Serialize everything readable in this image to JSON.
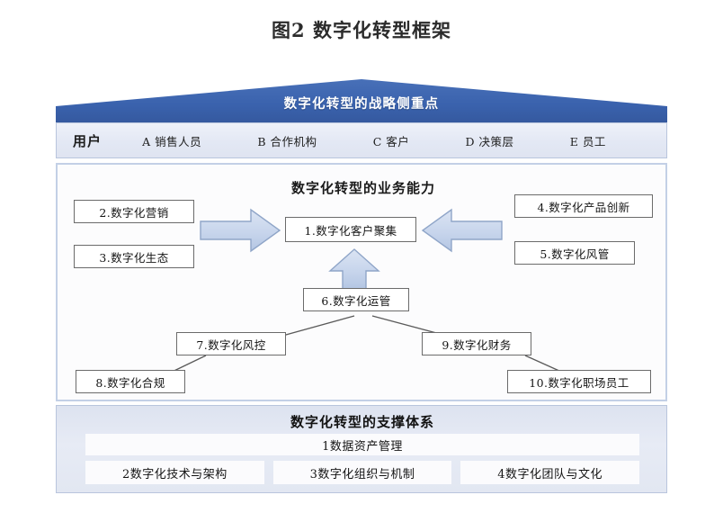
{
  "figure": {
    "title": "图2 数字化转型框架"
  },
  "roof": {
    "label": "数字化转型的战略侧重点",
    "color": "#3a62ad"
  },
  "user_bar": {
    "title": "用户",
    "items": [
      "A 销售人员",
      "B 合作机构",
      "C 客户",
      "D 决策层",
      "E 员工"
    ]
  },
  "capability": {
    "title": "数字化转型的业务能力",
    "center": "1.数字化客户聚集",
    "left": [
      "2.数字化营销",
      "3.数字化生态"
    ],
    "right": [
      "4.数字化产品创新",
      "5.数字化风管"
    ],
    "operations": "6.数字化运管",
    "branch_upper": [
      "7.数字化风控",
      "9.数字化财务"
    ],
    "branch_lower": [
      "8.数字化合规",
      "10.数字化职场员工"
    ],
    "arrow_color": "#c3d2ea",
    "arrow_border": "#8fa5c8"
  },
  "support": {
    "title": "数字化转型的支撑体系",
    "wide": "1数据资产管理",
    "cells": [
      "2数字化技术与架构",
      "3数字化组织与机制",
      "4数字化团队与文化"
    ]
  }
}
